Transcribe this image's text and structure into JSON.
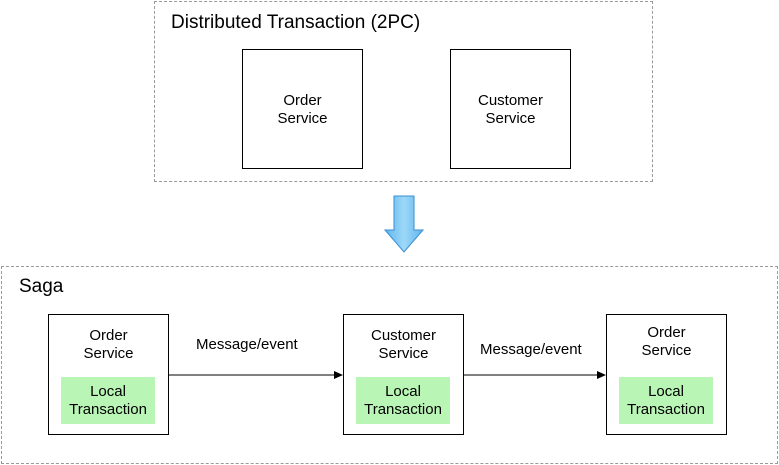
{
  "top_group": {
    "title": "Distributed Transaction (2PC)",
    "services": [
      {
        "label": "Order\nService"
      },
      {
        "label": "Customer\nService"
      }
    ]
  },
  "bottom_group": {
    "title": "Saga",
    "services": [
      {
        "label": "Order\nService",
        "local": "Local\nTransaction"
      },
      {
        "label": "Customer\nService",
        "local": "Local\nTransaction"
      },
      {
        "label": "Order\nService",
        "local": "Local\nTransaction"
      }
    ],
    "edges": [
      {
        "label": "Message/event"
      },
      {
        "label": "Message/event"
      }
    ]
  },
  "colors": {
    "local_transaction_fill": "#b9f5b5",
    "transition_arrow_fill": "#7ec8f2",
    "transition_arrow_stroke": "#3a8fd0",
    "dashed_border": "#9a9a9a"
  }
}
